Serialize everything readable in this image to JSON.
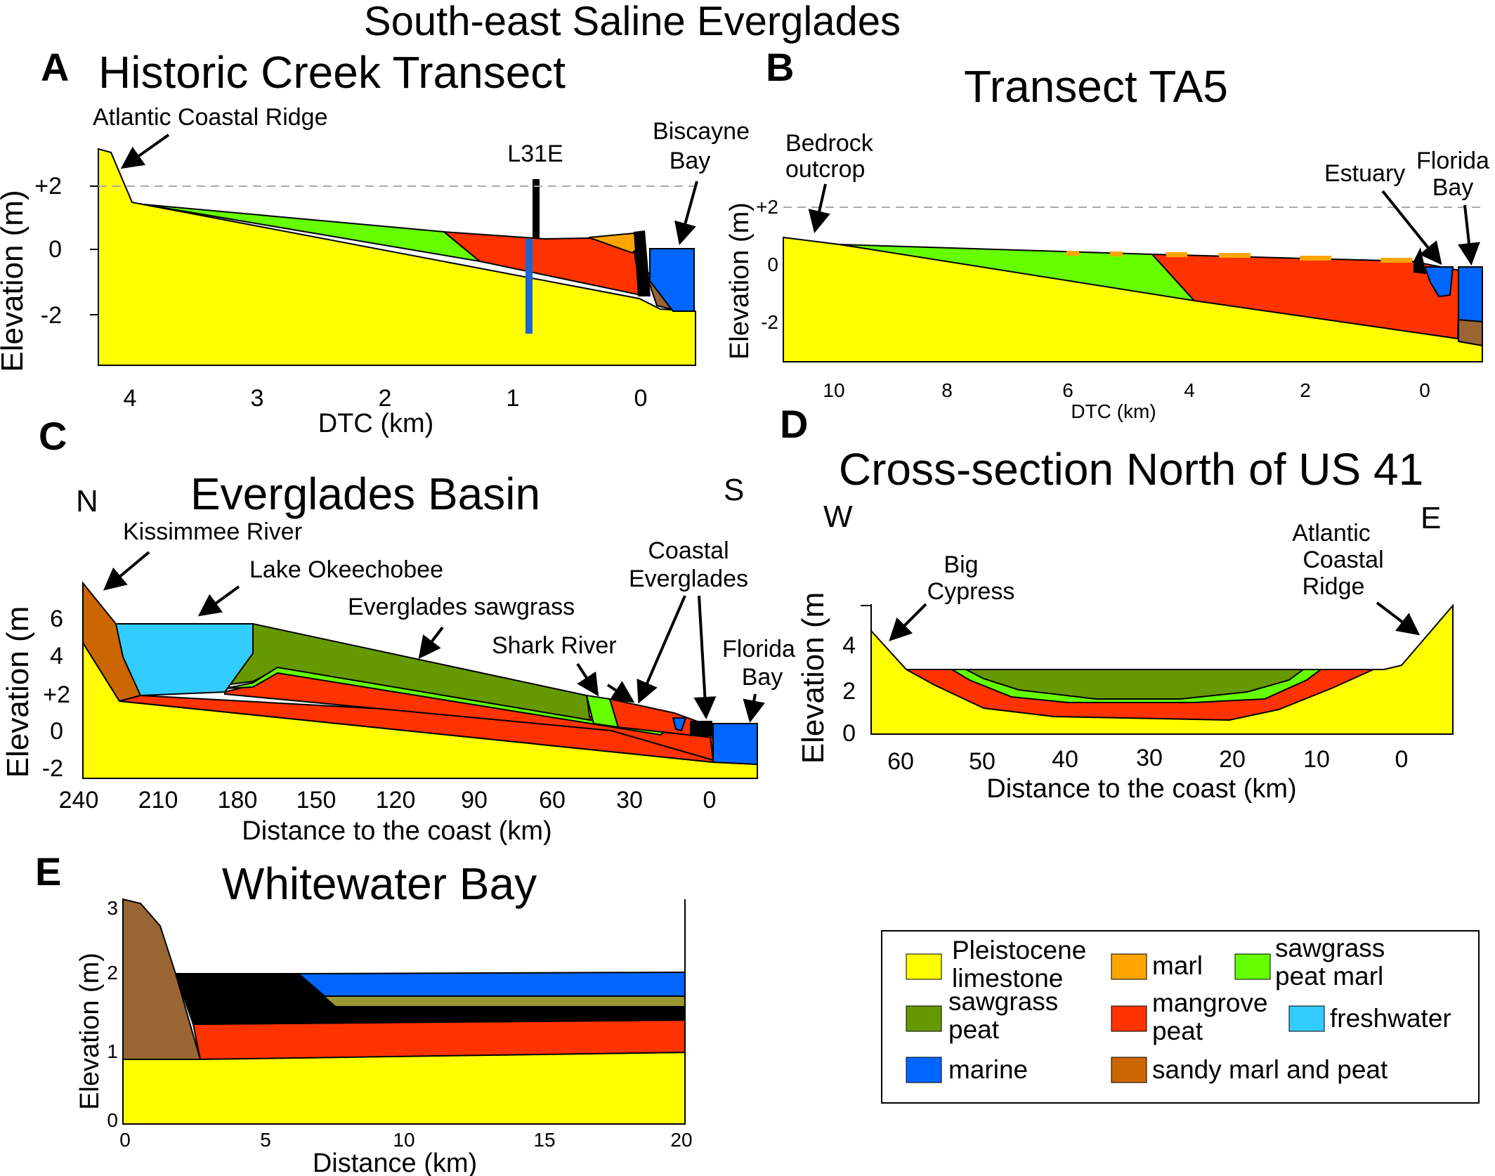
{
  "title": "South-east Saline Everglades",
  "colors": {
    "limestone": "#ffff00",
    "sawgrass_peat_marl": "#66ff00",
    "sawgrass_peat": "#669900",
    "mangrove_peat": "#ff3300",
    "marl": "#ffa500",
    "marine": "#0066ff",
    "freshwater": "#33ccff",
    "sandy_marl_peat": "#cc6600",
    "brown": "#996633",
    "black": "#000000",
    "olive": "#999933",
    "l31e_blue": "#1e64d2"
  },
  "panels": {
    "A": {
      "letter": "A",
      "title": "Historic Creek Transect",
      "labels": {
        "ridge": "Atlantic Coastal Ridge",
        "l31e": "L31E",
        "bay_line1": "Biscayne",
        "bay_line2": "Bay"
      },
      "ylabel": "Elevation (m)",
      "xlabel": "DTC (km)",
      "yticks": [
        "+2",
        "0",
        "-2"
      ],
      "xticks": [
        "4",
        "3",
        "2",
        "1",
        "0"
      ]
    },
    "B": {
      "letter": "B",
      "title": "Transect TA5",
      "labels": {
        "bedrock_line1": "Bedrock",
        "bedrock_line2": "outcrop",
        "estuary": "Estuary",
        "fbay_line1": "Florida",
        "fbay_line2": "Bay"
      },
      "ylabel": "Elevation (m)",
      "xlabel": "DTC (km)",
      "yticks": [
        "+2",
        "0",
        "-2"
      ],
      "xticks": [
        "10",
        "8",
        "6",
        "4",
        "2",
        "0"
      ]
    },
    "C": {
      "letter": "C",
      "title": "Everglades Basin",
      "north": "N",
      "south": "S",
      "labels": {
        "kissimmee": "Kissimmee River",
        "okeechobee": "Lake Okeechobee",
        "sawgrass": "Everglades sawgrass",
        "shark": "Shark River",
        "coastal_line1": "Coastal",
        "coastal_line2": "Everglades",
        "fbay_line1": "Florida",
        "fbay_line2": "Bay"
      },
      "ylabel": "Elevation (m",
      "xlabel": "Distance to the coast (km)",
      "yticks": [
        "6",
        "4",
        "+2",
        "0",
        "-2"
      ],
      "xticks": [
        "240",
        "210",
        "180",
        "150",
        "120",
        "90",
        "60",
        "30",
        "0"
      ]
    },
    "D": {
      "letter": "D",
      "title": "Cross-section North of US 41",
      "west": "W",
      "east": "E",
      "labels": {
        "bigcypress_line1": "Big",
        "bigcypress_line2": "Cypress",
        "ridge_line1": "Atlantic",
        "ridge_line2": "Coastal",
        "ridge_line3": "Ridge"
      },
      "ylabel": "Elevation (m",
      "xlabel": "Distance to the coast (km)",
      "yticks": [
        "4",
        "2",
        "0"
      ],
      "xticks": [
        "60",
        "50",
        "40",
        "30",
        "20",
        "10",
        "0"
      ]
    },
    "E": {
      "letter": "E",
      "title": "Whitewater Bay",
      "ylabel": "Elevation (m)",
      "xlabel": "Distance (km)",
      "yticks": [
        "3",
        "2",
        "1",
        "0"
      ],
      "xticks": [
        "0",
        "5",
        "10",
        "15",
        "20"
      ]
    }
  },
  "legend": {
    "limestone_line1": "Pleistocene",
    "limestone_line2": "limestone",
    "marl": "marl",
    "sawgrass_peat_marl_line1": "sawgrass",
    "sawgrass_peat_marl_line2": "peat marl",
    "sawgrass_peat_line1": "sawgrass",
    "sawgrass_peat_line2": "peat",
    "mangrove_peat_line1": "mangrove",
    "mangrove_peat_line2": "peat",
    "freshwater": "freshwater",
    "marine": "marine",
    "sandy_marl_peat": "sandy marl and peat"
  }
}
